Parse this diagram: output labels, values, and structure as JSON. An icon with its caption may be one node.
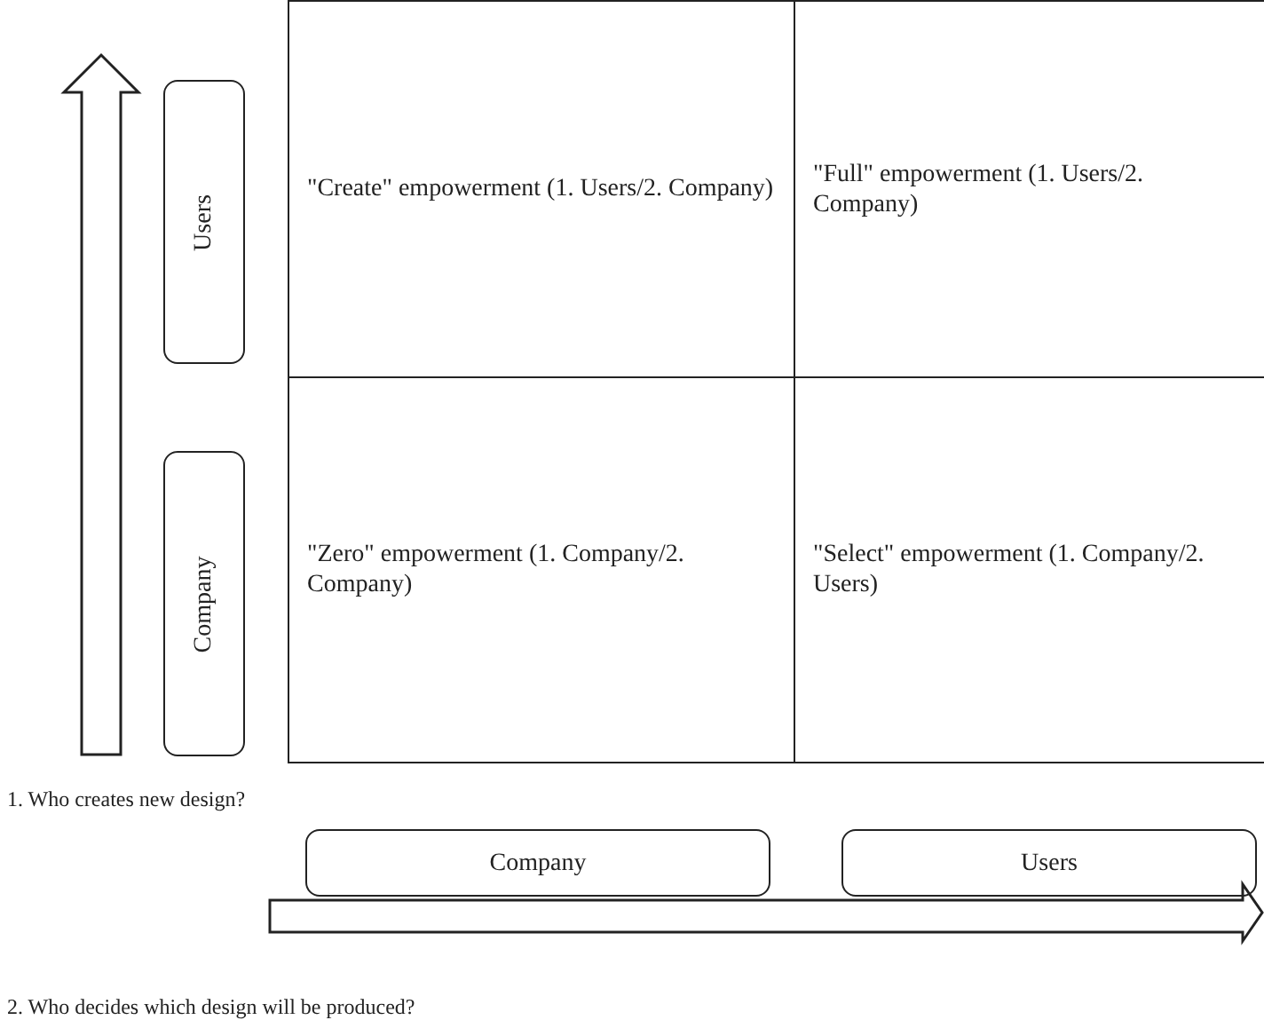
{
  "diagram": {
    "nodes": [
      {
        "text": [
          "\"Create\" empowerment (1. Users/2. Company)"
        ]
      },
      {
        "text": [
          "\"Full\" empowerment (1. Users/2. Company)"
        ]
      },
      {
        "text": [
          "\"Zero\" empowerment (1. Company/2. Company)"
        ]
      },
      {
        "text": [
          "\"Select\" empowerment (1. Company/2. Users)"
        ]
      },
      {
        "text": [
          "Users"
        ]
      },
      {
        "text": [
          "Company"
        ]
      },
      {
        "text": [
          "Company"
        ]
      },
      {
        "text": [
          "Users"
        ]
      }
    ],
    "labels": [
      "1. Who creates new design?",
      "2. Who decides which design will be produced?"
    ]
  }
}
